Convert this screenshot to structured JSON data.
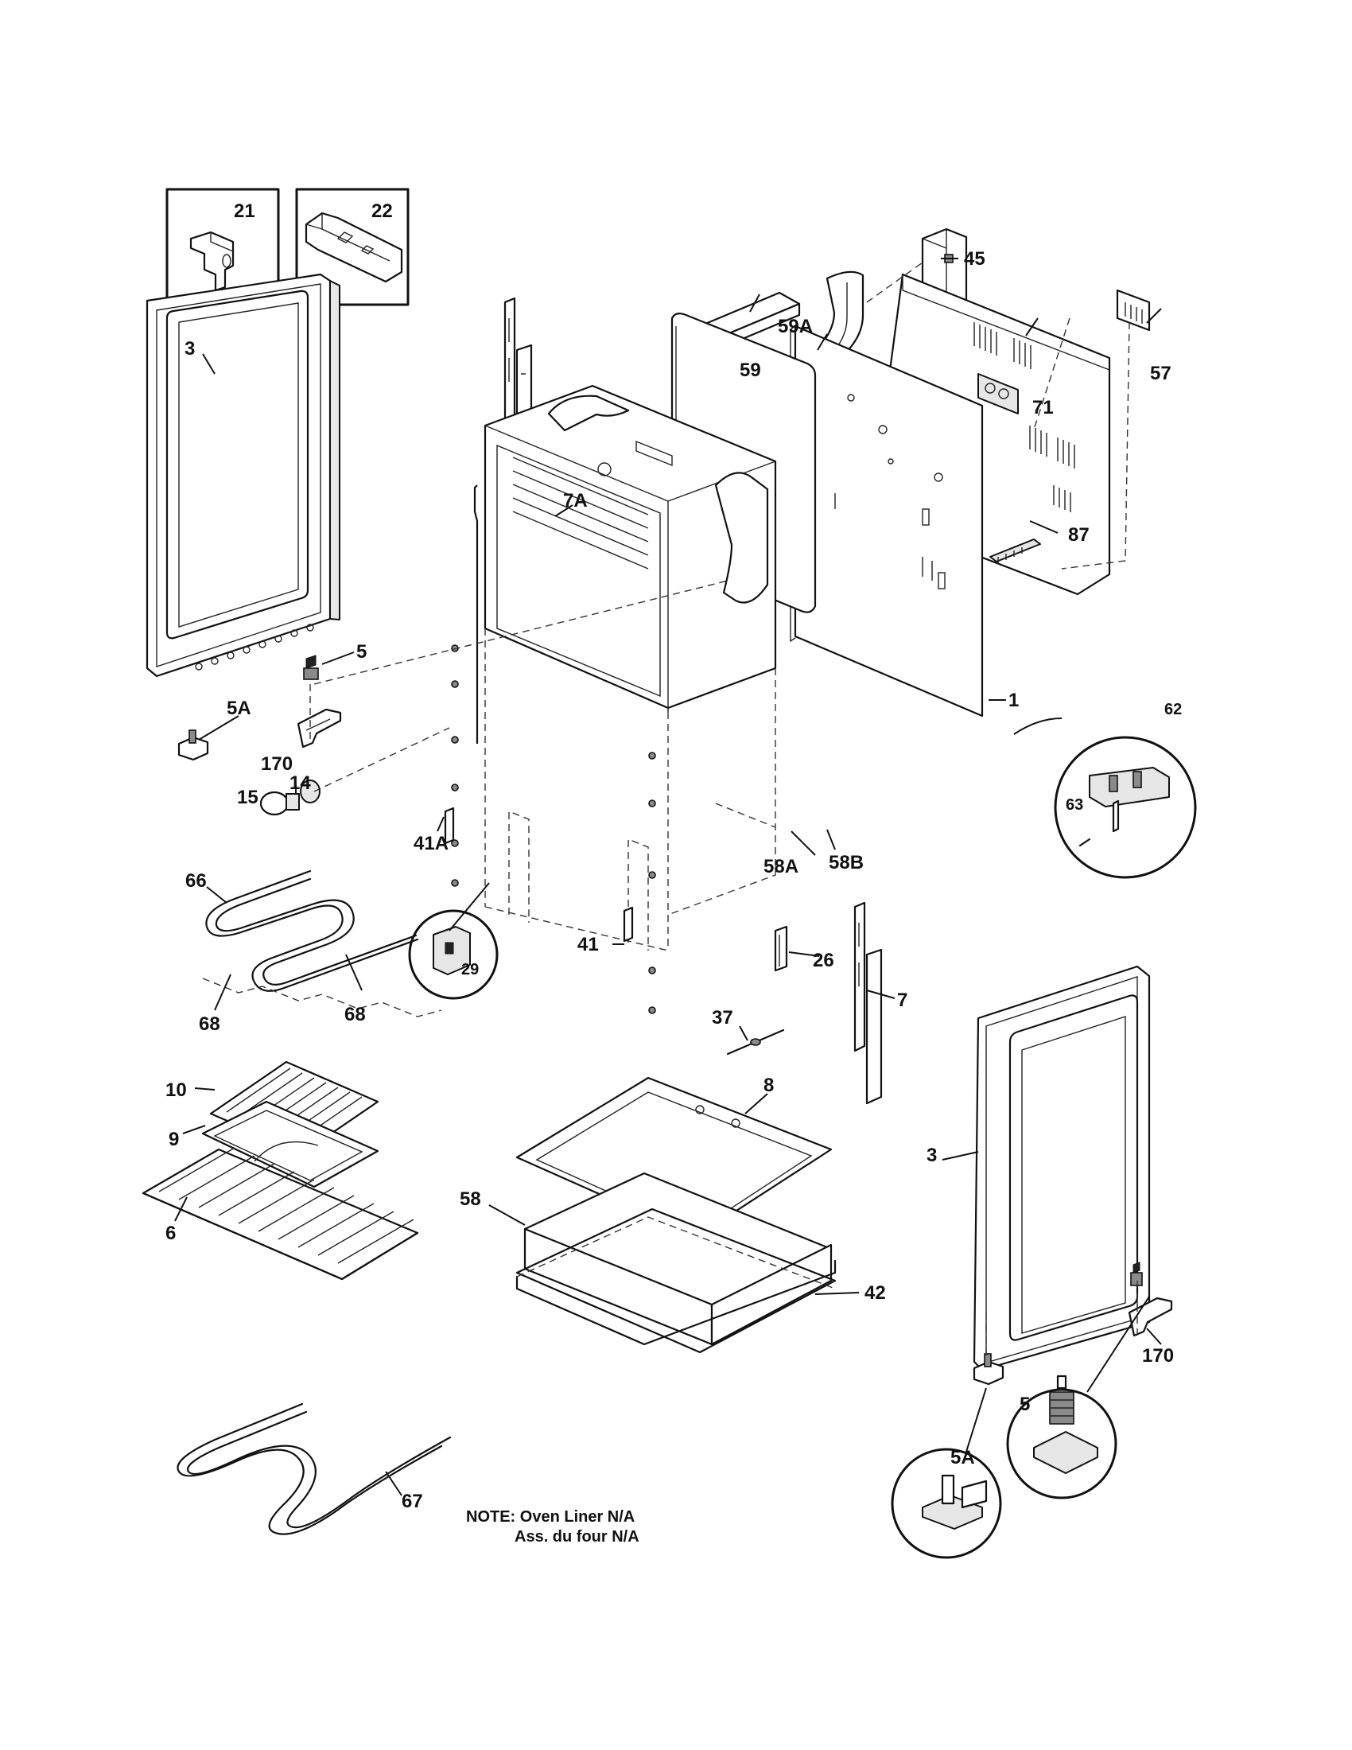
{
  "callouts": {
    "c21": "21",
    "c22": "22",
    "c45": "45",
    "c59a": "59A",
    "c59": "59",
    "c57": "57",
    "c71": "71",
    "c3a": "3",
    "c7a": "7A",
    "c87": "87",
    "c5a": "5",
    "c1": "1",
    "c62": "62",
    "c5aa": "5A",
    "c170a": "170",
    "c63": "63",
    "c15": "15",
    "c14": "14",
    "c41a": "41A",
    "c58a": "58A",
    "c58b": "58B",
    "c66": "66",
    "c41": "41",
    "c26": "26",
    "c29": "29",
    "c68a": "68",
    "c68b": "68",
    "c7": "7",
    "c37": "37",
    "c10": "10",
    "c8": "8",
    "c9": "9",
    "c3b": "3",
    "c6": "6",
    "c58": "58",
    "c42": "42",
    "c170b": "170",
    "c5b": "5",
    "c5ab": "5A",
    "c67": "67"
  },
  "note": {
    "line1": "NOTE: Oven Liner N/A",
    "line2": "Ass. du four N/A"
  }
}
